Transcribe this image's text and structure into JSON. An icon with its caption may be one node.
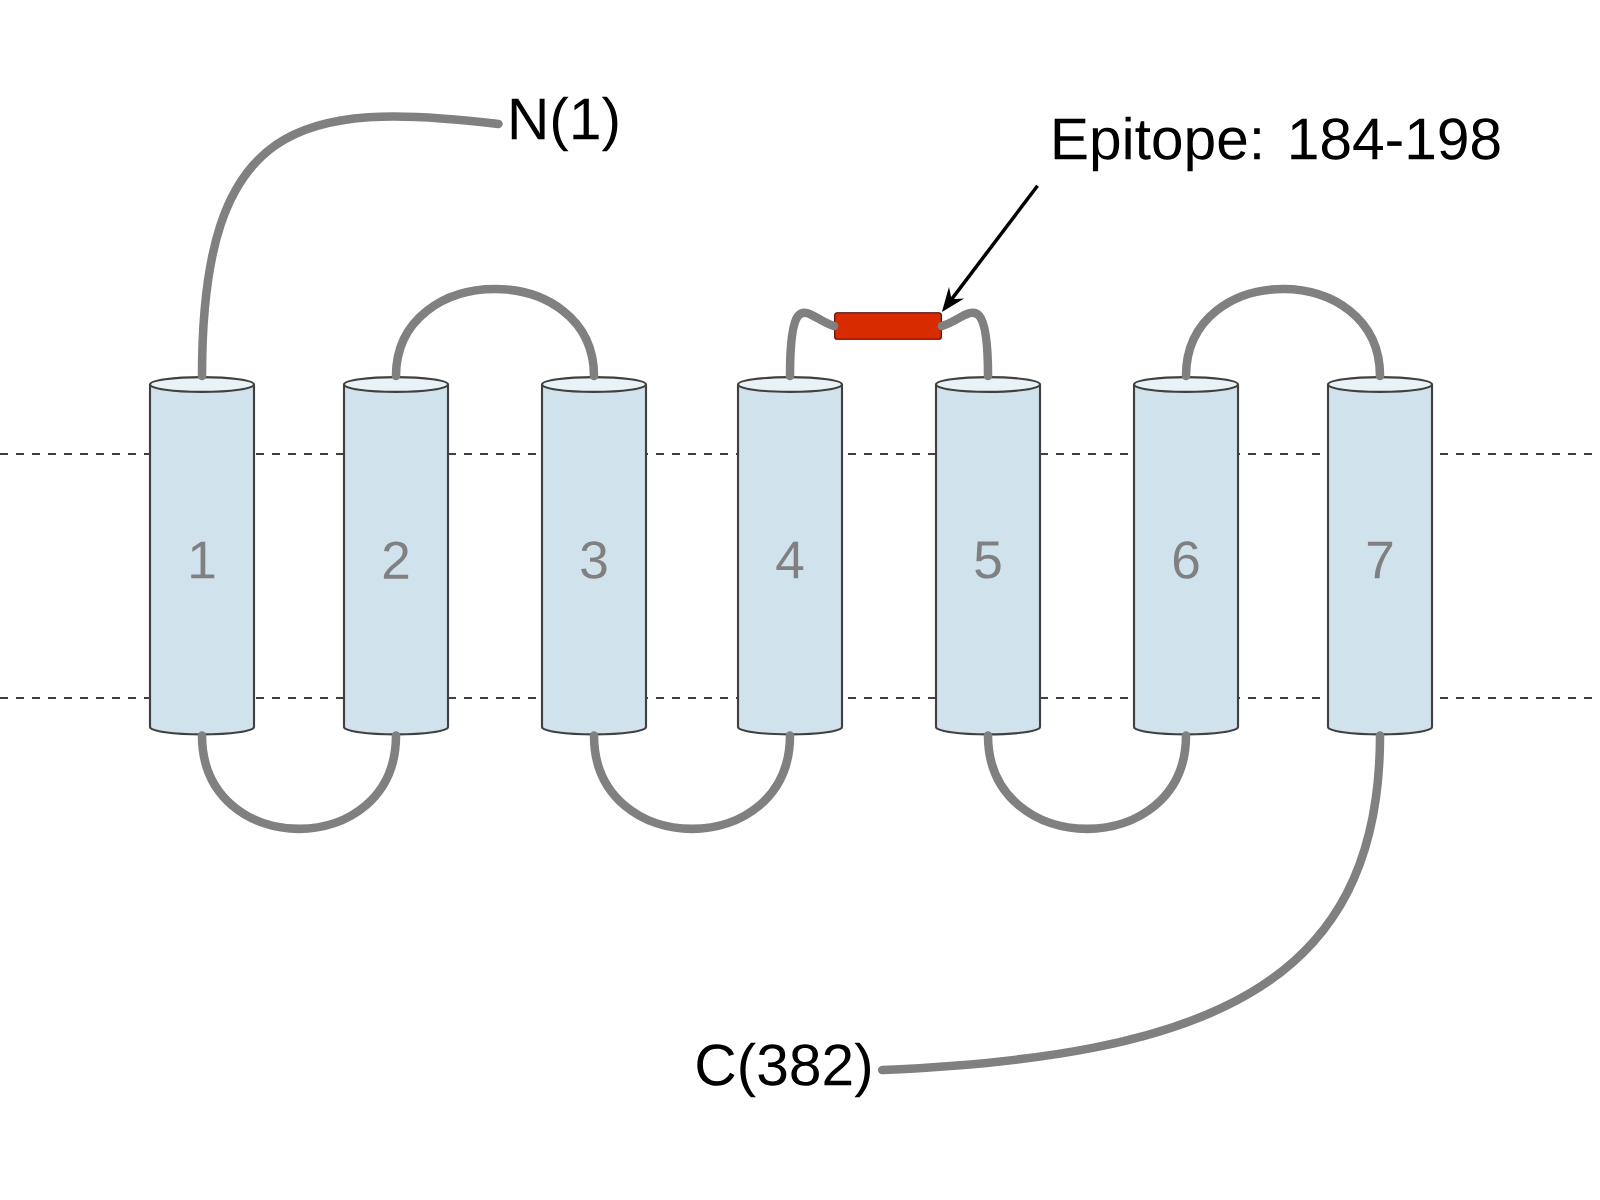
{
  "diagram": {
    "nodes": [
      {
        "text": [
          "N(1)"
        ]
      },
      {
        "text": [
          "Epitope: 184-198"
        ]
      },
      {
        "text": [],
        "shape": "bar"
      },
      {
        "text": [
          "1"
        ]
      },
      {
        "text": [
          "2"
        ]
      },
      {
        "text": [
          "3"
        ]
      },
      {
        "text": [
          "4"
        ]
      },
      {
        "text": [
          "5"
        ]
      },
      {
        "text": [
          "6"
        ]
      },
      {
        "text": [
          "7"
        ]
      },
      {
        "text": [
          "C(382)"
        ]
      }
    ],
    "edges": [
      {
        "from": 0,
        "to": 3,
        "arrow": "none"
      },
      {
        "from": 3,
        "to": 4,
        "arrow": "none"
      },
      {
        "from": 4,
        "to": 5,
        "arrow": "none"
      },
      {
        "from": 5,
        "to": 6,
        "arrow": "none"
      },
      {
        "from": 6,
        "to": 2,
        "arrow": "none"
      },
      {
        "from": 2,
        "to": 7,
        "arrow": "none"
      },
      {
        "from": 7,
        "to": 8,
        "arrow": "none"
      },
      {
        "from": 8,
        "to": 9,
        "arrow": "none"
      },
      {
        "from": 9,
        "to": 10,
        "arrow": "none"
      },
      {
        "from": 1,
        "to": 2,
        "arrow": "to",
        "color": "#000000"
      }
    ]
  }
}
